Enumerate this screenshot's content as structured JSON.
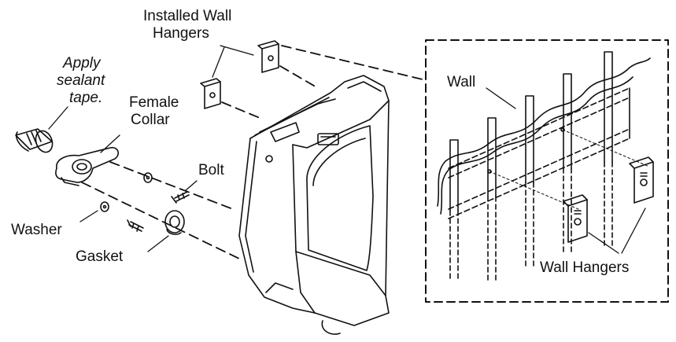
{
  "labels": {
    "installed_hangers_line1": "Installed Wall",
    "installed_hangers_line2": "Hangers",
    "apply_line1": "Apply",
    "apply_line2": "sealant",
    "apply_line3": "tape.",
    "female_line1": "Female",
    "female_line2": "Collar",
    "bolt": "Bolt",
    "washer": "Washer",
    "gasket": "Gasket",
    "wall": "Wall",
    "wall_hangers": "Wall Hangers"
  },
  "colors": {
    "ink": "#111111",
    "paper": "#ffffff"
  }
}
